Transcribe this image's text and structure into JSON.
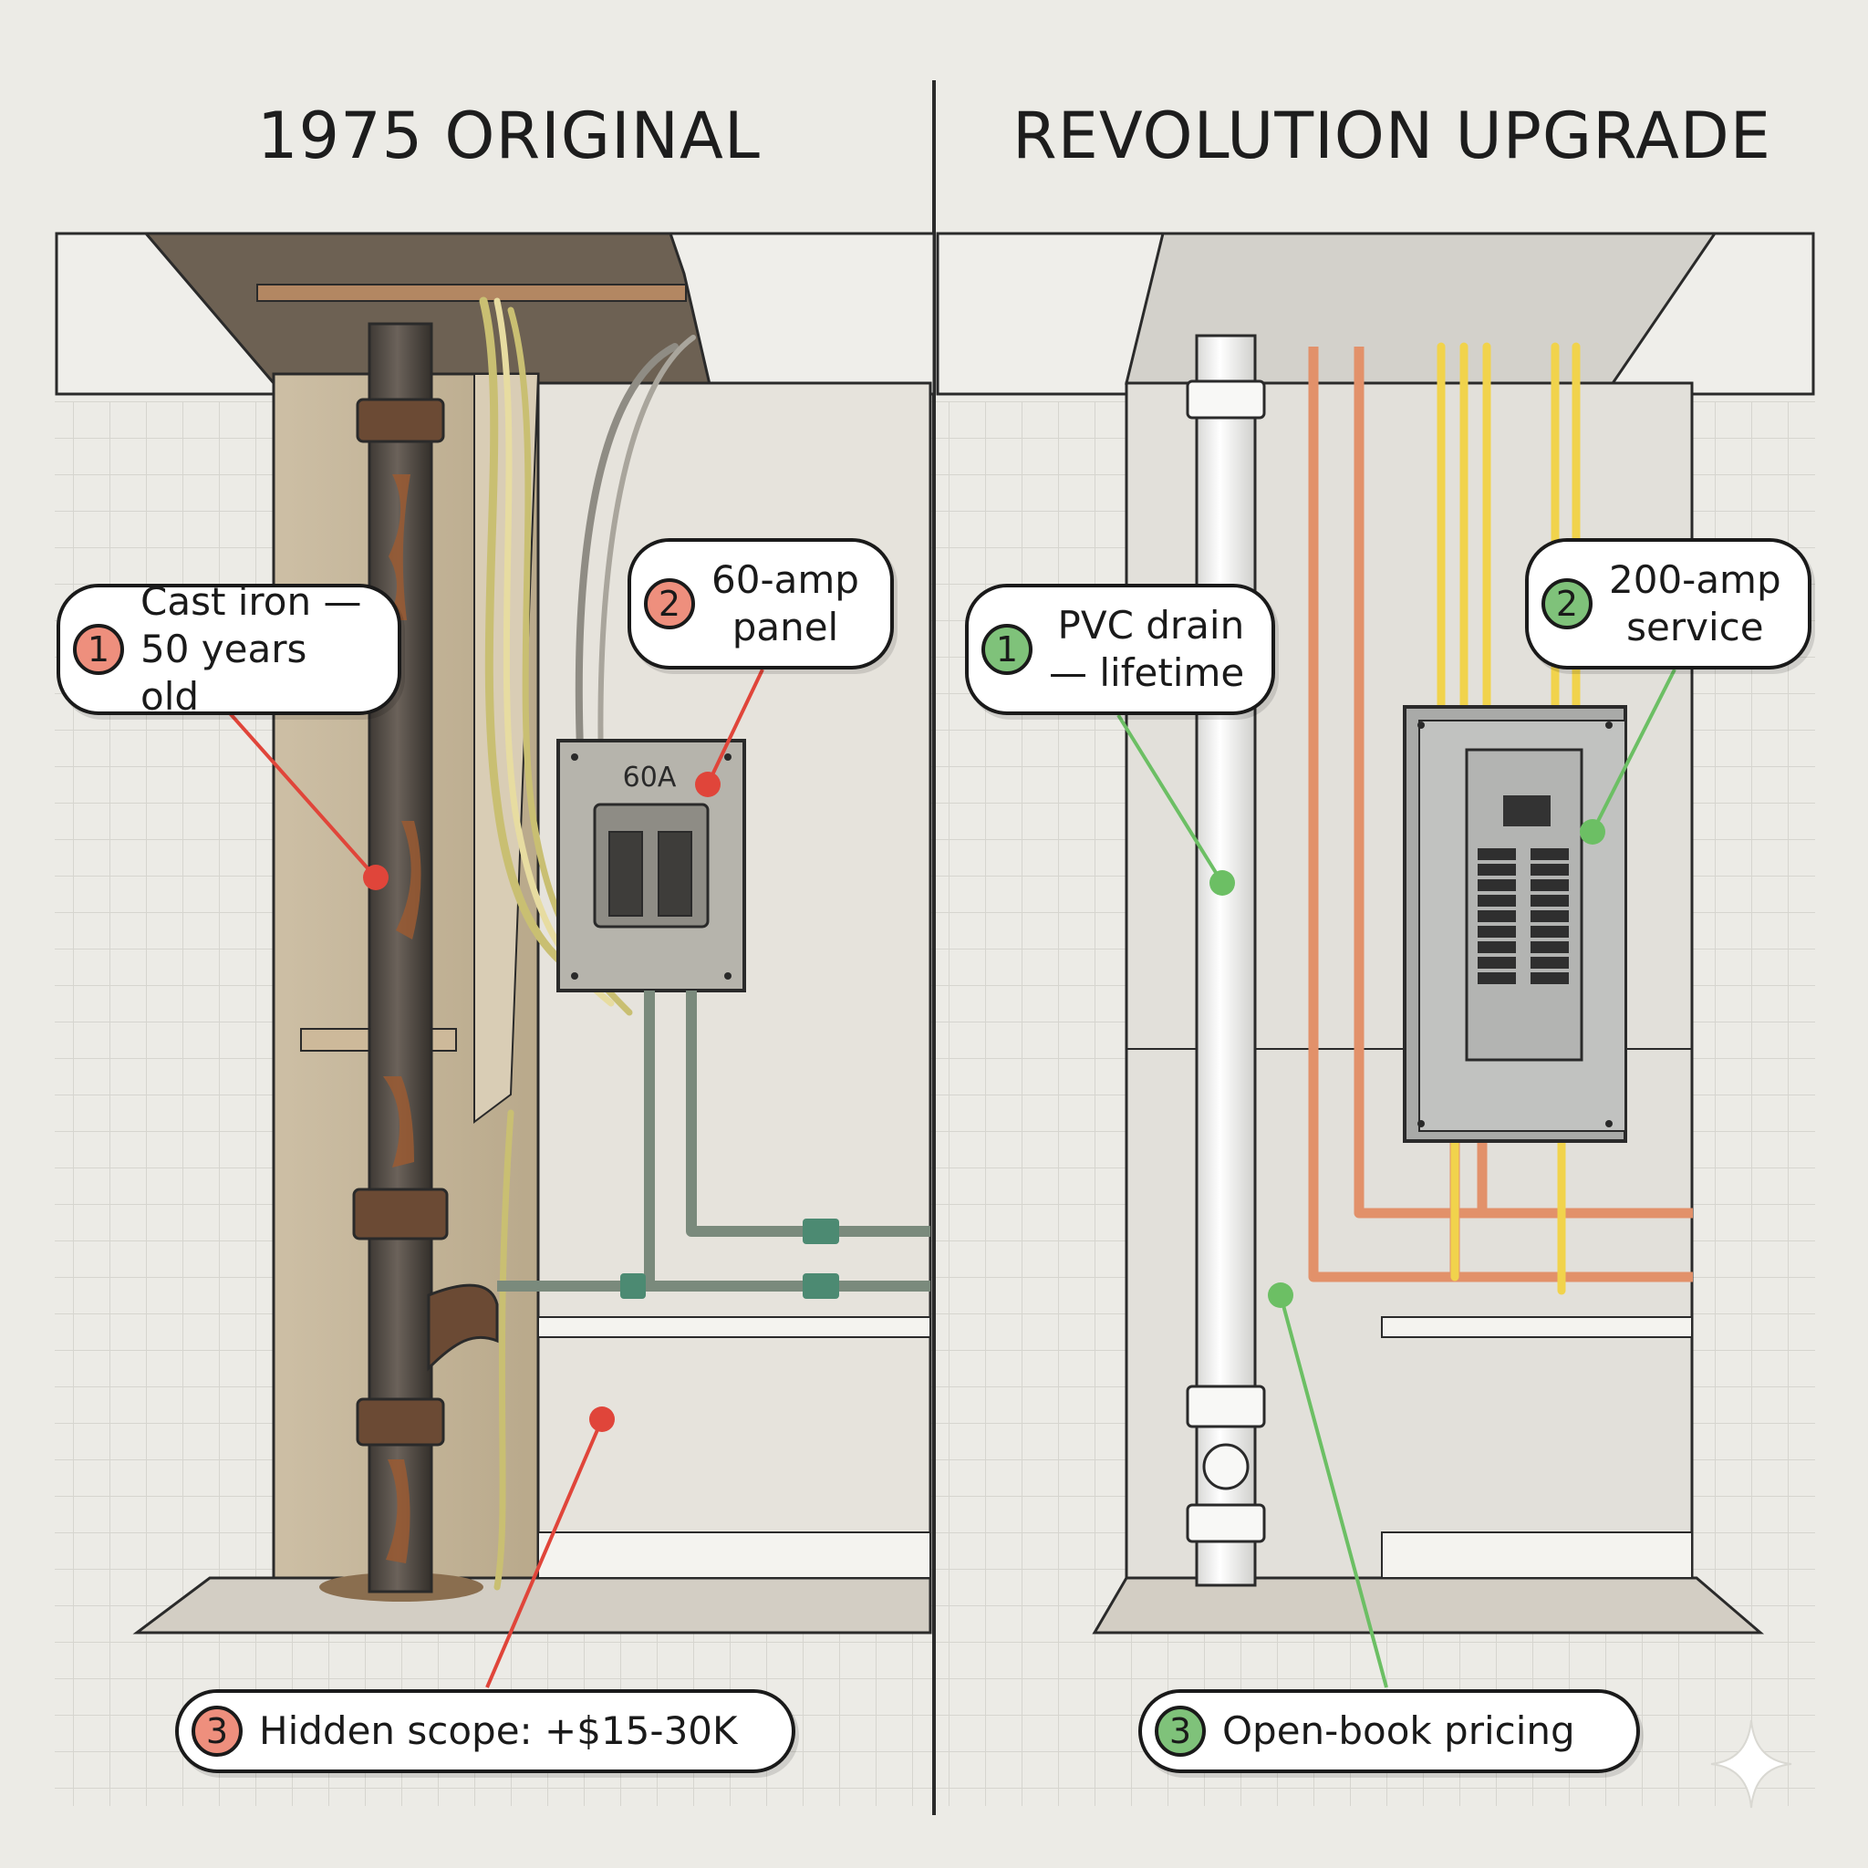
{
  "headings": {
    "left": "1975 ORIGINAL",
    "right": "REVOLUTION UPGRADE"
  },
  "panel_labels": {
    "old_panel": "60A"
  },
  "callouts": {
    "left": [
      {
        "number": "1",
        "text": "Cast iron —\n50 years old"
      },
      {
        "number": "2",
        "text": "60-amp\npanel"
      },
      {
        "number": "3",
        "text": "Hidden scope: +$15-30K"
      }
    ],
    "right": [
      {
        "number": "1",
        "text": "PVC drain\n— lifetime"
      },
      {
        "number": "2",
        "text": "200-amp\nservice"
      },
      {
        "number": "3",
        "text": "Open-book pricing"
      }
    ]
  },
  "colors": {
    "problem_accent": "#e0453a",
    "problem_badge": "#ee8f7d",
    "solution_accent": "#6cbf64",
    "solution_badge": "#7fc27a",
    "copper": "#e2916a",
    "wire_yellow": "#f1d34c"
  }
}
